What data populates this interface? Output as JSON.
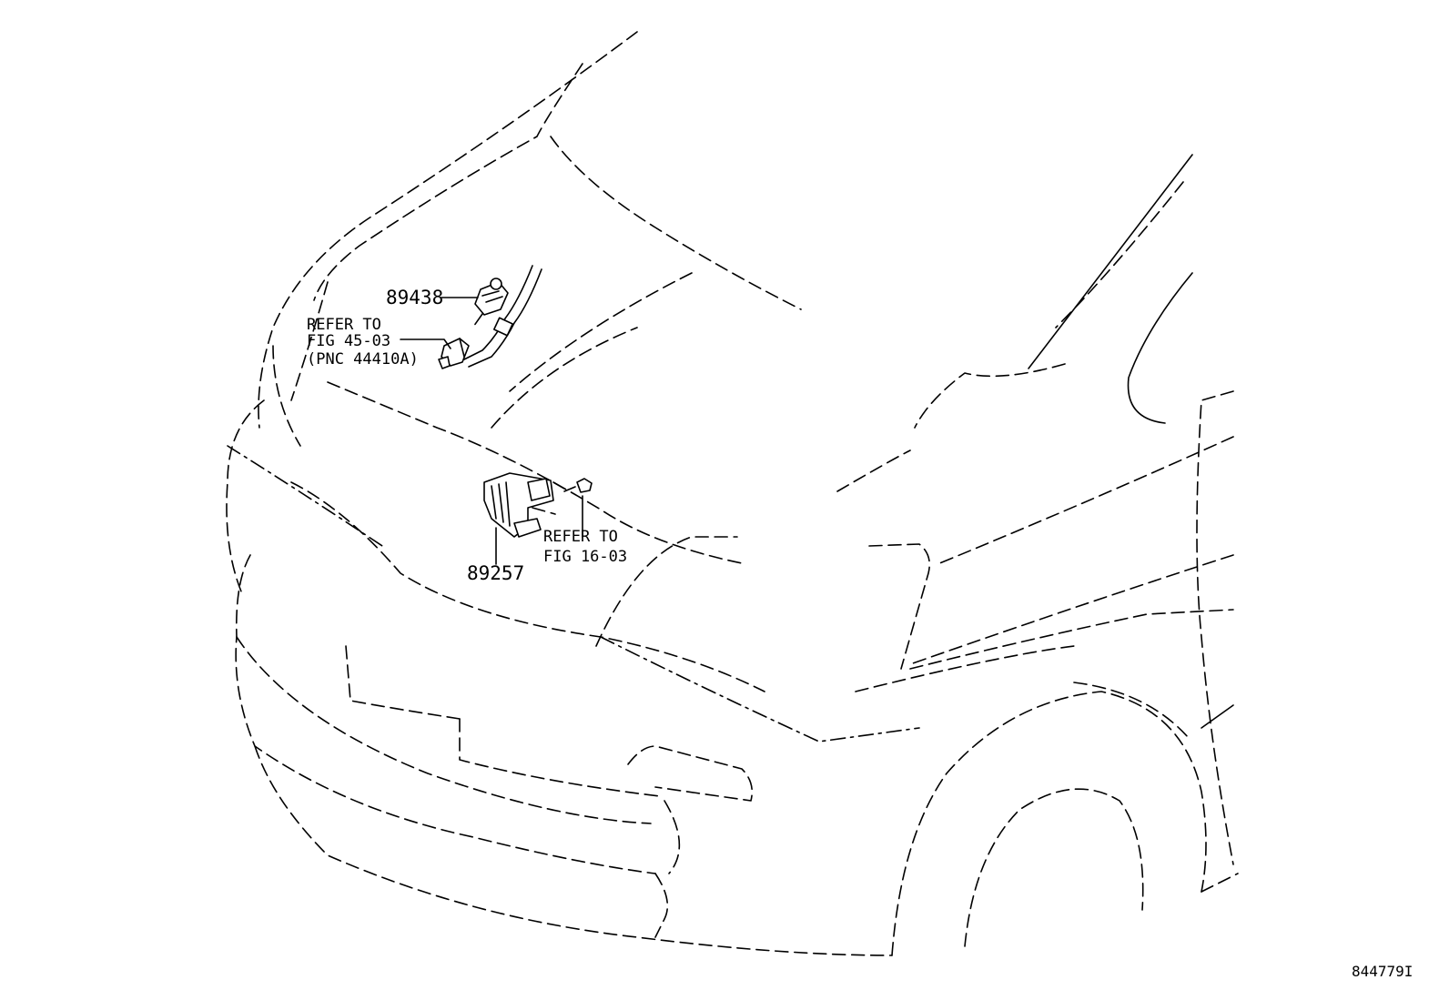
{
  "callouts": {
    "sensor_part": "89438",
    "bracket_ref_line1": "REFER TO",
    "bracket_ref_line2": "FIG 45-03",
    "bracket_ref_line3": "(PNC 44410A)",
    "module_part": "89257",
    "bolt_ref_line1": "REFER TO",
    "bolt_ref_line2": "FIG 16-03"
  },
  "illustration_code": "844779I",
  "colors": {
    "line": "#000000",
    "background": "#ffffff"
  }
}
